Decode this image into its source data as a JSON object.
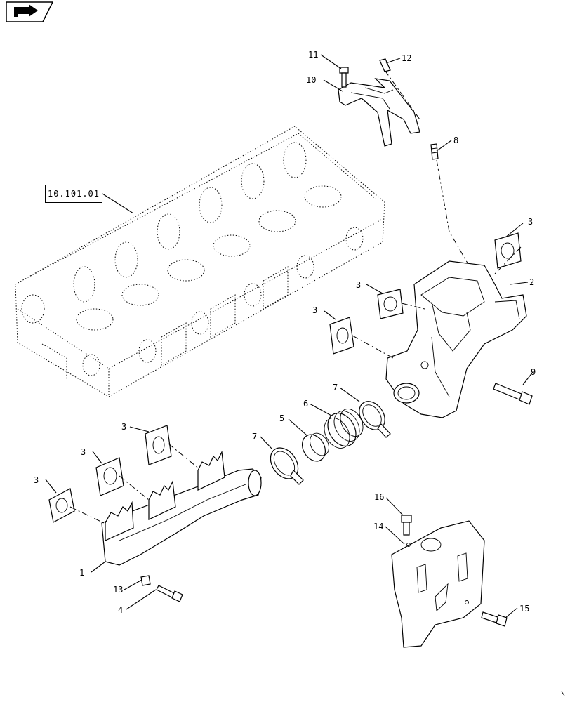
{
  "nav": {
    "icon": "arrow-right-icon"
  },
  "reference": {
    "label": "10.101.01"
  },
  "callouts": [
    "1",
    "2",
    "3",
    "3",
    "3",
    "3",
    "3",
    "3",
    "4",
    "5",
    "6",
    "7",
    "7",
    "8",
    "9",
    "10",
    "11",
    "12",
    "13",
    "14",
    "15",
    "16"
  ],
  "colors": {
    "line": "#000000",
    "background": "#ffffff"
  }
}
